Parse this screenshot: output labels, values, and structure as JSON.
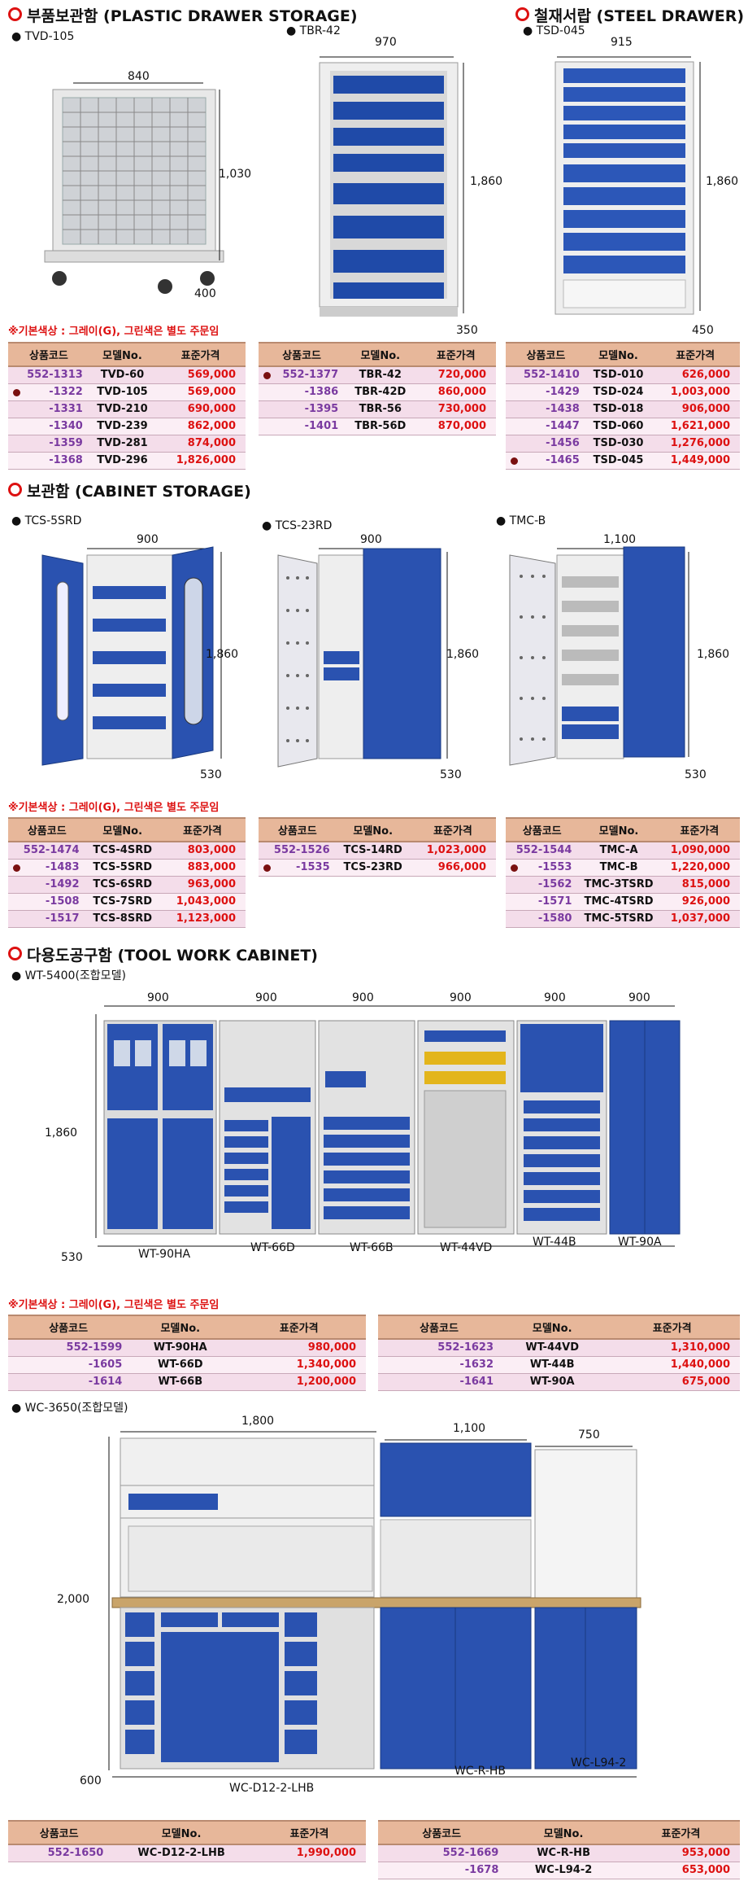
{
  "sections": {
    "plastic": "부품보관함 (PLASTIC DRAWER STORAGE)",
    "steel": "철재서랍 (STEEL DRAWER)",
    "cabinet": "보관함 (CABINET STORAGE)",
    "tool": "다용도공구함 (TOOL WORK CABINET)"
  },
  "notes": {
    "color_note": "※기본색상 : 그레이(G), 그린색은 별도 주문임"
  },
  "headers": {
    "code": "상품코드",
    "model": "모델No.",
    "price": "표준가격"
  },
  "products": {
    "tvd": {
      "label": "TVD-105",
      "width": "840",
      "height": "1,030",
      "depth": "400"
    },
    "tbr": {
      "label": "TBR-42",
      "width": "970",
      "height": "1,860",
      "depth": "350"
    },
    "tsd": {
      "label": "TSD-045",
      "width": "915",
      "height": "1,860",
      "depth": "450"
    },
    "tcs5": {
      "label": "TCS-5SRD",
      "width": "900",
      "height": "1,860",
      "depth": "530"
    },
    "tcs23": {
      "label": "TCS-23RD",
      "width": "900",
      "height": "1,860",
      "depth": "530"
    },
    "tmc": {
      "label": "TMC-B",
      "width": "1,100",
      "height": "1,860",
      "depth": "530"
    },
    "wt": {
      "label": "WT-5400(조합모델)",
      "height": "1,860",
      "depth": "530",
      "widths": [
        "900",
        "900",
        "900",
        "900",
        "900",
        "900"
      ],
      "names": [
        "WT-90HA",
        "WT-66D",
        "WT-66B",
        "WT-44VD",
        "WT-44B",
        "WT-90A"
      ]
    },
    "wc": {
      "label": "WC-3650(조합모델)",
      "height": "2,000",
      "depth": "600",
      "widths": [
        "1,800",
        "1,100",
        "750"
      ],
      "names": [
        "WC-D12-2-LHB",
        "WC-R-HB",
        "WC-L94-2"
      ]
    }
  },
  "tables": {
    "t1": [
      {
        "code": "552-1313",
        "model": "TVD-60",
        "price": "569,000",
        "dot": false
      },
      {
        "code": "-1322",
        "model": "TVD-105",
        "price": "569,000",
        "dot": true
      },
      {
        "code": "-1331",
        "model": "TVD-210",
        "price": "690,000",
        "dot": false
      },
      {
        "code": "-1340",
        "model": "TVD-239",
        "price": "862,000",
        "dot": false
      },
      {
        "code": "-1359",
        "model": "TVD-281",
        "price": "874,000",
        "dot": false
      },
      {
        "code": "-1368",
        "model": "TVD-296",
        "price": "1,826,000",
        "dot": false
      }
    ],
    "t2": [
      {
        "code": "552-1377",
        "model": "TBR-42",
        "price": "720,000",
        "dot": true
      },
      {
        "code": "-1386",
        "model": "TBR-42D",
        "price": "860,000",
        "dot": false
      },
      {
        "code": "-1395",
        "model": "TBR-56",
        "price": "730,000",
        "dot": false
      },
      {
        "code": "-1401",
        "model": "TBR-56D",
        "price": "870,000",
        "dot": false
      }
    ],
    "t3": [
      {
        "code": "552-1410",
        "model": "TSD-010",
        "price": "626,000",
        "dot": false
      },
      {
        "code": "-1429",
        "model": "TSD-024",
        "price": "1,003,000",
        "dot": false
      },
      {
        "code": "-1438",
        "model": "TSD-018",
        "price": "906,000",
        "dot": false
      },
      {
        "code": "-1447",
        "model": "TSD-060",
        "price": "1,621,000",
        "dot": false
      },
      {
        "code": "-1456",
        "model": "TSD-030",
        "price": "1,276,000",
        "dot": false
      },
      {
        "code": "-1465",
        "model": "TSD-045",
        "price": "1,449,000",
        "dot": true
      }
    ],
    "t4": [
      {
        "code": "552-1474",
        "model": "TCS-4SRD",
        "price": "803,000",
        "dot": false
      },
      {
        "code": "-1483",
        "model": "TCS-5SRD",
        "price": "883,000",
        "dot": true
      },
      {
        "code": "-1492",
        "model": "TCS-6SRD",
        "price": "963,000",
        "dot": false
      },
      {
        "code": "-1508",
        "model": "TCS-7SRD",
        "price": "1,043,000",
        "dot": false
      },
      {
        "code": "-1517",
        "model": "TCS-8SRD",
        "price": "1,123,000",
        "dot": false
      }
    ],
    "t5": [
      {
        "code": "552-1526",
        "model": "TCS-14RD",
        "price": "1,023,000",
        "dot": false
      },
      {
        "code": "-1535",
        "model": "TCS-23RD",
        "price": "966,000",
        "dot": true
      }
    ],
    "t6": [
      {
        "code": "552-1544",
        "model": "TMC-A",
        "price": "1,090,000",
        "dot": false
      },
      {
        "code": "-1553",
        "model": "TMC-B",
        "price": "1,220,000",
        "dot": true
      },
      {
        "code": "-1562",
        "model": "TMC-3TSRD",
        "price": "815,000",
        "dot": false
      },
      {
        "code": "-1571",
        "model": "TMC-4TSRD",
        "price": "926,000",
        "dot": false
      },
      {
        "code": "-1580",
        "model": "TMC-5TSRD",
        "price": "1,037,000",
        "dot": false
      }
    ],
    "t7": [
      {
        "code": "552-1599",
        "model": "WT-90HA",
        "price": "980,000",
        "dot": false
      },
      {
        "code": "-1605",
        "model": "WT-66D",
        "price": "1,340,000",
        "dot": false
      },
      {
        "code": "-1614",
        "model": "WT-66B",
        "price": "1,200,000",
        "dot": false
      }
    ],
    "t8": [
      {
        "code": "552-1623",
        "model": "WT-44VD",
        "price": "1,310,000",
        "dot": false
      },
      {
        "code": "-1632",
        "model": "WT-44B",
        "price": "1,440,000",
        "dot": false
      },
      {
        "code": "-1641",
        "model": "WT-90A",
        "price": "675,000",
        "dot": false
      }
    ],
    "t9": [
      {
        "code": "552-1650",
        "model": "WC-D12-2-LHB",
        "price": "1,990,000",
        "dot": false
      }
    ],
    "t10": [
      {
        "code": "552-1669",
        "model": "WC-R-HB",
        "price": "953,000",
        "dot": false
      },
      {
        "code": "-1678",
        "model": "WC-L94-2",
        "price": "653,000",
        "dot": false
      }
    ]
  }
}
